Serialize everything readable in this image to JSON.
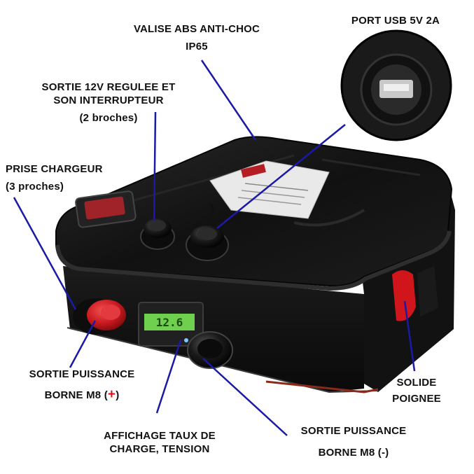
{
  "labels": {
    "valise_line1": "VALISE ABS ANTI-CHOC",
    "valise_line2": "IP65",
    "usb": "PORT USB 5V 2A",
    "sortie12_line1": "SORTIE 12V REGULEE ET",
    "sortie12_line2": "SON INTERRUPTEUR",
    "sortie12_line3": "(2 broches)",
    "prise_line1": "PRISE CHARGEUR",
    "prise_line2": "(3 proches)",
    "sortie_plus_line1": "SORTIE PUISSANCE",
    "sortie_plus_line2": "BORNE M8 (",
    "sortie_plus_sign": "+",
    "sortie_plus_close": ")",
    "affichage_line1": "AFFICHAGE TAUX DE",
    "affichage_line2": "CHARGE, TENSION",
    "sortie_minus_line1": "SORTIE PUISSANCE",
    "sortie_minus_line2": "BORNE M8 (-)",
    "poignee_line1": "SOLIDE",
    "poignee_line2": "POIGNEE"
  },
  "display_readout": "12.6",
  "colors": {
    "pointer_line": "#1a1aa6",
    "case_body": "#141414",
    "terminal_red": "#c8191e",
    "handle_red": "#d0161b",
    "display_green": "#7ddc5a",
    "plus_sign": "#e01010"
  }
}
